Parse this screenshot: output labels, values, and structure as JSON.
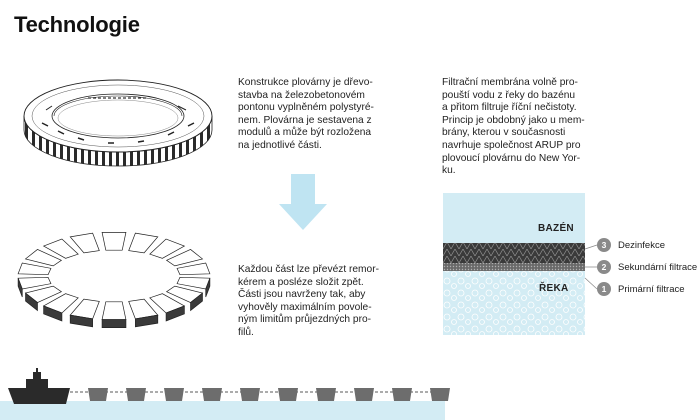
{
  "title": "Technologie",
  "texts": {
    "construction": [
      "Konstrukce plovárny je dřevo-",
      "stavba na železobetonovém",
      "pontonu vyplněném polystyré-",
      "nem. Plovárna je sestavena z",
      "modulů a může být rozložena",
      "na jednotlivé části."
    ],
    "transport": [
      "Každou část lze převézt remor-",
      "kérem a posléze složit zpět.",
      "Části jsou navrženy tak, aby",
      "vyhověly maximálním povole-",
      "ným limitům průjezdných pro-",
      "filů."
    ],
    "membrane": [
      "Filtrační membrána volně pro-",
      "pouští vodu z řeky do bazénu",
      "a přitom filtruje říční nečistoty.",
      "Princip je obdobný jako u mem-",
      "brány, kterou v současnosti",
      "navrhuje společnost ARUP pro",
      "plovoucí plovárnu do New Yor-",
      "ku."
    ]
  },
  "filtration": {
    "top_label": "BAZÉN",
    "bottom_label": "ŘEKA",
    "layers": [
      {
        "number": "3",
        "name": "Dezinfekce"
      },
      {
        "number": "2",
        "name": "Sekundární filtrace"
      },
      {
        "number": "1",
        "name": "Primární filtrace"
      }
    ]
  },
  "colors": {
    "water_light": "#d3ecf4",
    "arrow": "#bfe4f2",
    "membrane_dark": "#3a3a3a",
    "membrane_mid": "#6a6a6a",
    "ship": "#2a2a2a",
    "module": "#6d6d6d",
    "circle": "#8a8a8a"
  }
}
